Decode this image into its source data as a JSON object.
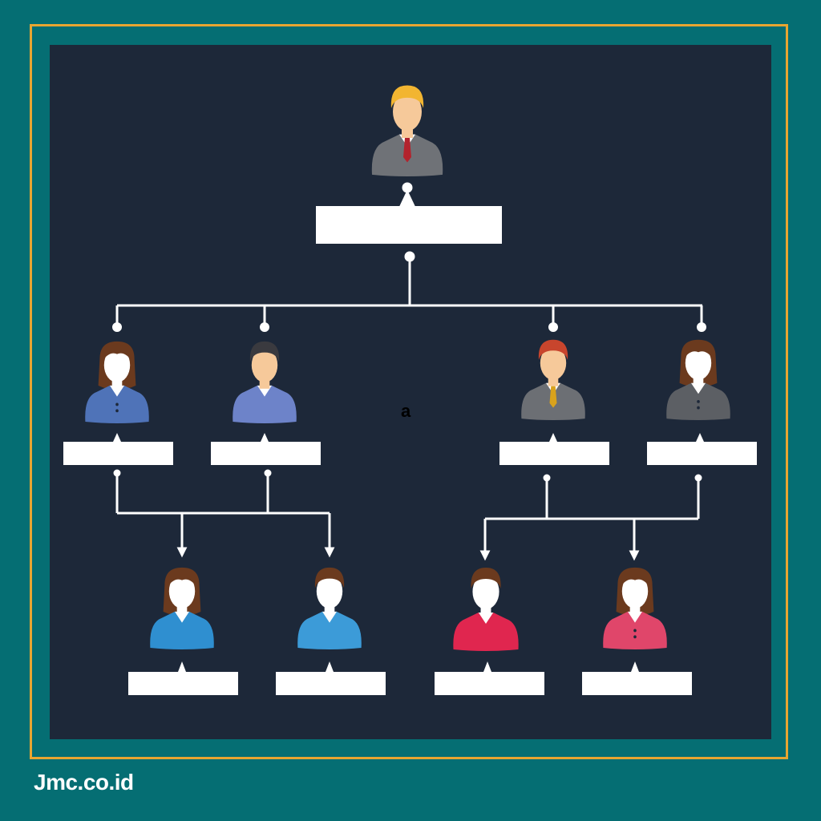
{
  "brand": "Jmc.co.id",
  "center_label": "a",
  "colors": {
    "background": "#056e73",
    "frame": "#e8a531",
    "panel": "#1d2839",
    "line": "#ffffff"
  },
  "people": [
    {
      "role": "top",
      "gender": "male",
      "hair": "#f2b531",
      "face": "#f6c99a",
      "shirt": "#6f7277",
      "tie": "#b3232d"
    },
    {
      "role": "level2-1",
      "gender": "female",
      "hair": "#6b3a1e",
      "face": "#ffffff",
      "shirt": "#4f73b8",
      "tie": ""
    },
    {
      "role": "level2-2",
      "gender": "male",
      "hair": "#3a3a3f",
      "face": "#f6c99a",
      "shirt": "#6d83c9",
      "tie": ""
    },
    {
      "role": "level2-3",
      "gender": "male",
      "hair": "#c8452d",
      "face": "#f6c99a",
      "shirt": "#6c6f74",
      "tie": "#d8a21c"
    },
    {
      "role": "level2-4",
      "gender": "female",
      "hair": "#6b3a1e",
      "face": "#ffffff",
      "shirt": "#5c5f64",
      "tie": ""
    },
    {
      "role": "level3-1",
      "gender": "female",
      "hair": "#6b3a1e",
      "face": "#ffffff",
      "shirt": "#2f8fd0",
      "tie": ""
    },
    {
      "role": "level3-2",
      "gender": "male",
      "hair": "#6b3a1e",
      "face": "#ffffff",
      "shirt": "#3c9bd8",
      "tie": ""
    },
    {
      "role": "level3-3",
      "gender": "male",
      "hair": "#6b3a1e",
      "face": "#ffffff",
      "shirt": "#e0264f",
      "tie": ""
    },
    {
      "role": "level3-4",
      "gender": "female",
      "hair": "#6b3a1e",
      "face": "#ffffff",
      "shirt": "#e0466a",
      "tie": ""
    }
  ]
}
